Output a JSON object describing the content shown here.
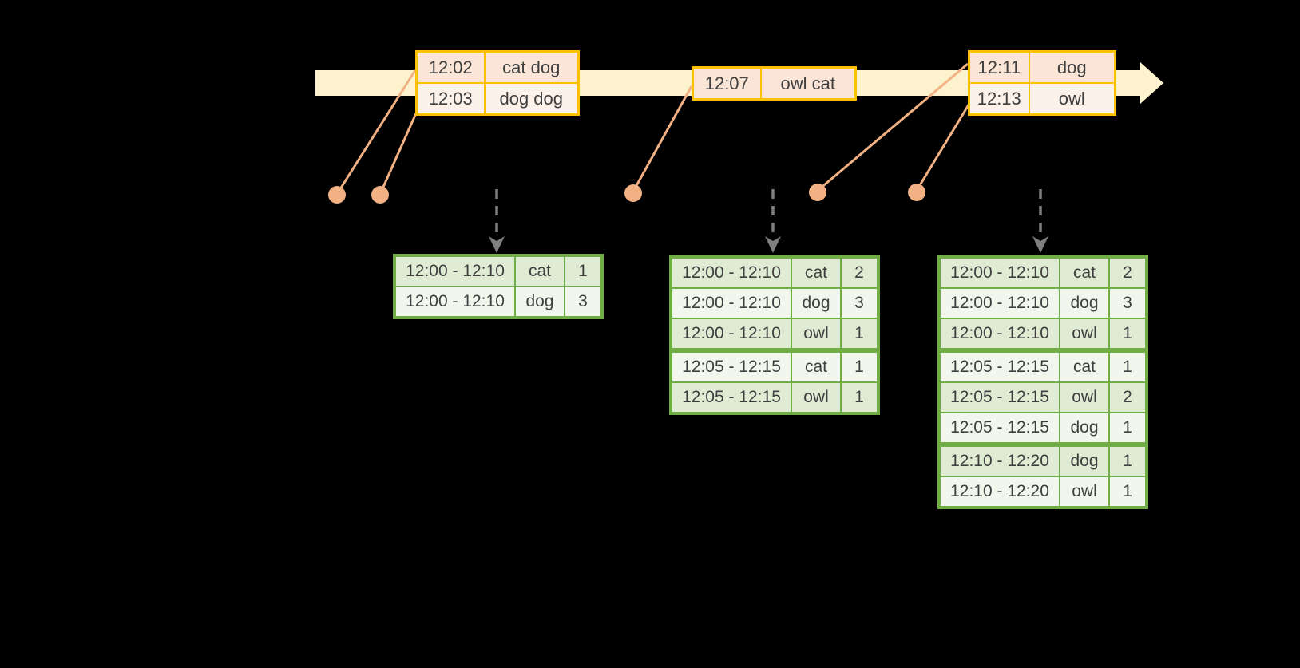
{
  "diagram": {
    "kind": "stream-windowing-diagram",
    "colors": {
      "background": "#000000",
      "timeline_fill": "#FCF2CE",
      "event_table_border": "#FFC000",
      "event_row_fill_dark": "#FBE5D6",
      "event_row_fill_light": "#FDF2EA",
      "connector": "#F2B183",
      "dot": "#F2B183",
      "trigger_arrow": "#7F7F7F",
      "result_table_border": "#70AD47",
      "result_row_fill_dark": "#DFEBD3",
      "result_row_fill_light": "#F2F7EE",
      "text": "#3F3F3F"
    },
    "timeline": {
      "event_tables": [
        {
          "id": "events-12-02",
          "rows": [
            {
              "time": "12:02",
              "words": "cat dog"
            },
            {
              "time": "12:03",
              "words": "dog dog"
            }
          ]
        },
        {
          "id": "events-12-07",
          "rows": [
            {
              "time": "12:07",
              "words": "owl cat"
            }
          ]
        },
        {
          "id": "events-12-11",
          "rows": [
            {
              "time": "12:11",
              "words": "dog"
            },
            {
              "time": "12:13",
              "words": "owl"
            }
          ]
        }
      ]
    },
    "result_tables": [
      {
        "id": "results-1",
        "rows": [
          {
            "window": "12:00 - 12:10",
            "word": "cat",
            "count": 1
          },
          {
            "window": "12:00 - 12:10",
            "word": "dog",
            "count": 3
          }
        ]
      },
      {
        "id": "results-2",
        "rows": [
          {
            "window": "12:00 - 12:10",
            "word": "cat",
            "count": 2
          },
          {
            "window": "12:00 - 12:10",
            "word": "dog",
            "count": 3
          },
          {
            "window": "12:00 - 12:10",
            "word": "owl",
            "count": 1
          },
          {
            "window": "12:05 - 12:15",
            "word": "cat",
            "count": 1
          },
          {
            "window": "12:05 - 12:15",
            "word": "owl",
            "count": 1
          }
        ]
      },
      {
        "id": "results-3",
        "rows": [
          {
            "window": "12:00 - 12:10",
            "word": "cat",
            "count": 2
          },
          {
            "window": "12:00 - 12:10",
            "word": "dog",
            "count": 3
          },
          {
            "window": "12:00 - 12:10",
            "word": "owl",
            "count": 1
          },
          {
            "window": "12:05 - 12:15",
            "word": "cat",
            "count": 1
          },
          {
            "window": "12:05 - 12:15",
            "word": "owl",
            "count": 2
          },
          {
            "window": "12:05 - 12:15",
            "word": "dog",
            "count": 1
          },
          {
            "window": "12:10 - 12:20",
            "word": "dog",
            "count": 1
          },
          {
            "window": "12:10 - 12:20",
            "word": "owl",
            "count": 1
          }
        ]
      }
    ]
  }
}
